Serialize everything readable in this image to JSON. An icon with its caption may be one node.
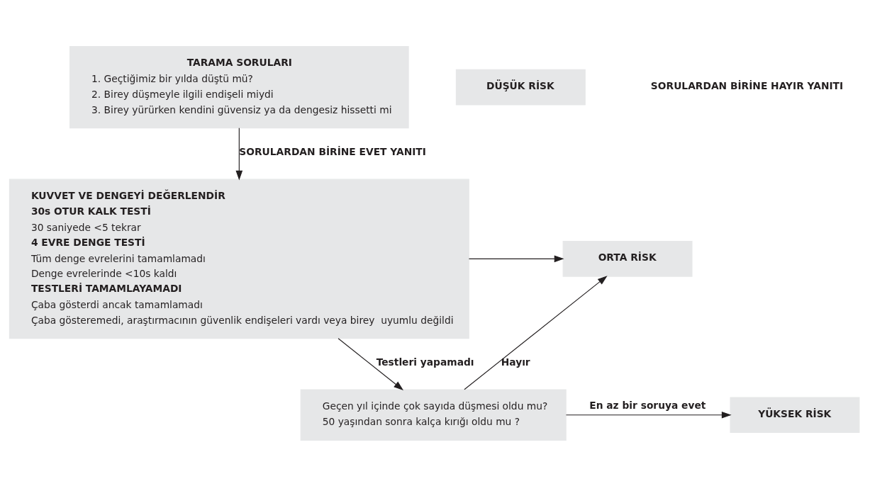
{
  "diagram": {
    "nodes": [
      {
        "text": [
          "TARAMA SORULARI",
          "1. Geçtiğimiz bir yılda düştü mü?",
          "2. Birey düşmeyle ilgili endişeli miydi",
          "3. Birey yürürken kendini güvensiz ya da dengesiz hissetti mi"
        ]
      },
      {
        "text": [
          "KUVVET VE DENGEYİ DEĞERLENDİR",
          "30s OTUR KALK TESTİ",
          "30 saniyede <5 tekrar",
          "4 EVRE DENGE TESTİ",
          "Tüm denge evrelerini tamamlamadı",
          "Denge evrelerinde <10s kaldı",
          "TESTLERİ TAMAMLAYAMADI",
          "Çaba gösterdi ancak tamamlamadı",
          "Çaba gösteremedi, araştırmacının güvenlik endişeleri vardı veya birey  uyumlu değildi"
        ]
      },
      {
        "text": [
          "Geçen yıl içinde çok sayıda düşmesi oldu mu?",
          "50 yaşından sonra kalça kırığı oldu mu ?"
        ]
      },
      {
        "text": [
          "DÜŞÜK RİSK"
        ]
      },
      {
        "text": [
          "ORTA RİSK"
        ]
      },
      {
        "text": [
          "YÜKSEK RİSK"
        ]
      }
    ],
    "edges": [
      {
        "from": 0,
        "to": 1,
        "arrow": "to",
        "label": "SORULARDAN BİRİNE EVET YANITI"
      },
      {
        "from": 1,
        "to": 4,
        "arrow": "to"
      },
      {
        "from": 1,
        "to": 2,
        "arrow": "to",
        "label": "Testleri yapamadı"
      },
      {
        "from": 2,
        "to": 4,
        "arrow": "to",
        "label": "Hayır"
      },
      {
        "from": 2,
        "to": 5,
        "arrow": "to",
        "label": "En az bir soruya evet"
      }
    ],
    "labels": [
      "SORULARDAN BİRİNE HAYIR YANITI"
    ]
  }
}
